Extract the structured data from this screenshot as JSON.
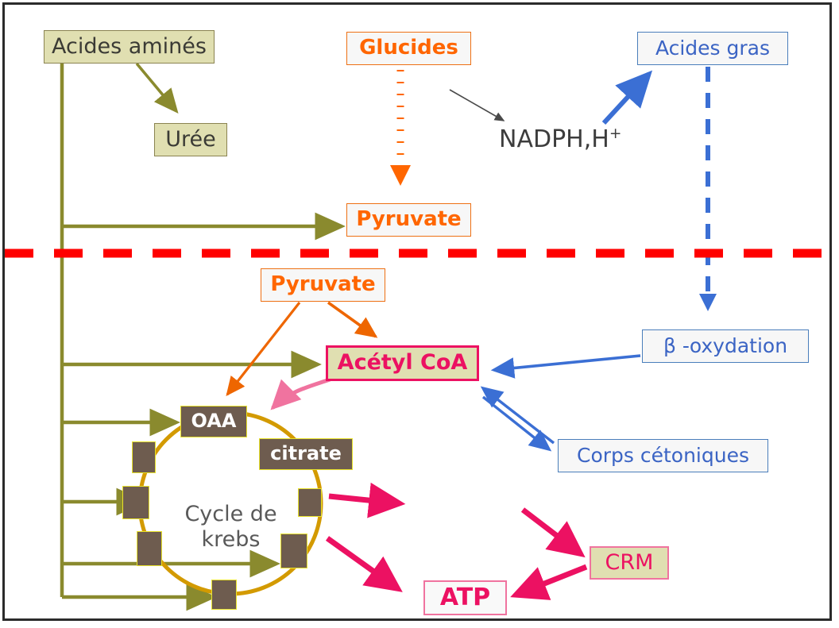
{
  "diagram": {
    "title_text": "",
    "colors": {
      "olive": "#8a8a2e",
      "orange": "#ff6600",
      "blue": "#3b64c4",
      "pink": "#ec1162",
      "salmon": "#f0739f",
      "khaki_fill": "#e0dfb1",
      "brown_node": "#6e5c4f",
      "yellow_border": "#e8e22a",
      "gold_ring": "#d39a00",
      "red_membrane": "#ff0000",
      "frame": "#2b2b2b",
      "gray_arrow": "#4a4a4a"
    }
  },
  "nodes": {
    "acides_amines": {
      "label": "Acides aminés"
    },
    "uree": {
      "label": "Urée"
    },
    "glucides": {
      "label": "Glucides"
    },
    "acides_gras": {
      "label": "Acides gras"
    },
    "nadph": {
      "label": "NADPH,H",
      "superscript": "+"
    },
    "pyruvate_cyto": {
      "label": "Pyruvate"
    },
    "pyruvate_mito": {
      "label": "Pyruvate"
    },
    "acetyl_coa": {
      "label": "Acétyl CoA"
    },
    "beta_oxydation": {
      "label": "β -oxydation"
    },
    "corps_cetoniques": {
      "label": "Corps cétoniques"
    },
    "oaa": {
      "label": "OAA"
    },
    "citrate": {
      "label": "citrate"
    },
    "krebs": {
      "label": "Cycle de\nkrebs"
    },
    "crm": {
      "label": "CRM"
    },
    "atp": {
      "label": "ATP"
    }
  },
  "membrane": {
    "name": "mitochondrial-membrane",
    "style": "red-dashed-horizontal"
  },
  "edges": [
    {
      "from": "acides_amines",
      "to": "uree",
      "color": "olive",
      "style": "solid-arrow"
    },
    {
      "from": "acides_amines",
      "to": "pyruvate_cyto",
      "color": "olive",
      "style": "elbow-arrow"
    },
    {
      "from": "acides_amines",
      "to": "acetyl_coa",
      "color": "olive",
      "style": "elbow-arrow"
    },
    {
      "from": "acides_amines",
      "to": "oaa",
      "color": "olive",
      "style": "elbow-arrow"
    },
    {
      "from": "acides_amines",
      "to": "krebs_left_node",
      "color": "olive",
      "style": "elbow-arrow"
    },
    {
      "from": "acides_amines",
      "to": "krebs_lower_left_node",
      "color": "olive",
      "style": "elbow-arrow"
    },
    {
      "from": "acides_amines",
      "to": "krebs_bottom_node",
      "color": "olive",
      "style": "elbow-arrow"
    },
    {
      "from": "glucides",
      "to": "pyruvate_cyto",
      "color": "orange",
      "style": "dotted-arrow"
    },
    {
      "from": "glucides",
      "to": "nadph",
      "color": "gray",
      "style": "thin-arrow"
    },
    {
      "from": "nadph",
      "to": "acides_gras",
      "color": "blue",
      "style": "thick-arrow"
    },
    {
      "from": "acides_gras",
      "to": "beta_oxydation",
      "color": "blue",
      "style": "dashed-arrow"
    },
    {
      "from": "pyruvate_mito",
      "to": "oaa",
      "color": "orange",
      "style": "solid-arrow"
    },
    {
      "from": "pyruvate_mito",
      "to": "acetyl_coa",
      "color": "orange",
      "style": "solid-arrow"
    },
    {
      "from": "acetyl_coa",
      "to": "oaa_citrate_junction",
      "color": "salmon",
      "style": "curved-arrow"
    },
    {
      "from": "beta_oxydation",
      "to": "acetyl_coa",
      "color": "blue",
      "style": "solid-arrow"
    },
    {
      "from": "corps_cetoniques",
      "to": "acetyl_coa",
      "color": "blue",
      "style": "double-arrow"
    },
    {
      "from": "krebs",
      "to": "crm",
      "color": "pink",
      "style": "thick-arrow"
    },
    {
      "from": "krebs",
      "to": "atp",
      "color": "pink",
      "style": "thick-arrow"
    },
    {
      "from": "crm",
      "to": "atp",
      "color": "pink",
      "style": "thick-arrow"
    }
  ]
}
